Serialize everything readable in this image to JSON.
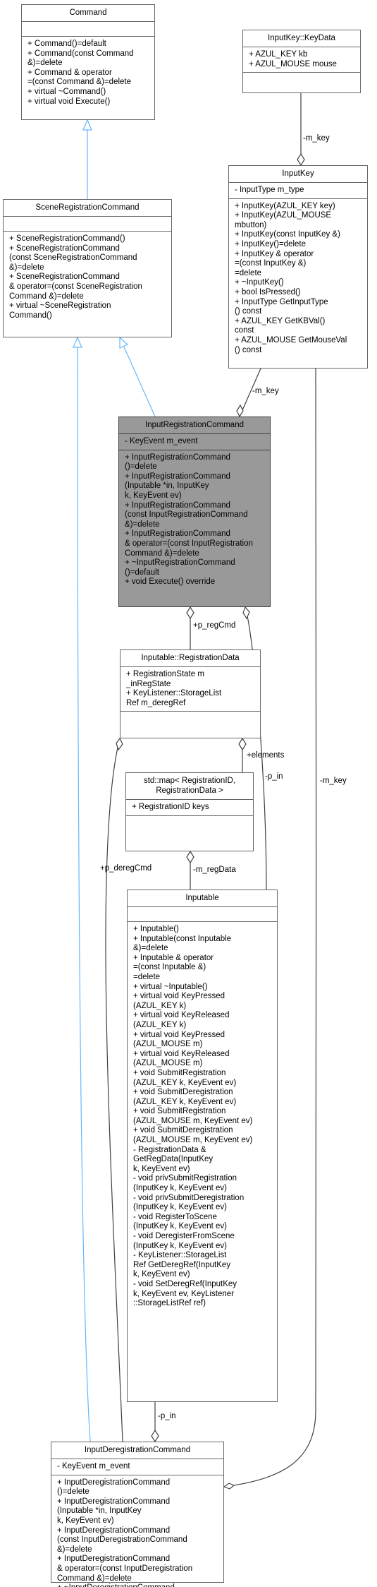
{
  "classes": {
    "command": {
      "name": "Command",
      "attrs": "",
      "ops": "+ Command()=default\n+ Command(const Command\n &)=delete\n+ Command & operator\n=(const Command &)=delete\n+ virtual ~Command()\n+ virtual void Execute()"
    },
    "input_key_data": {
      "name": "InputKey::KeyData",
      "attrs": "+ AZUL_KEY kb\n+ AZUL_MOUSE mouse",
      "ops": ""
    },
    "scene_registration_command": {
      "name": "SceneRegistrationCommand",
      "attrs": "",
      "ops": "+ SceneRegistrationCommand()\n+ SceneRegistrationCommand\n(const SceneRegistrationCommand\n &)=delete\n+ SceneRegistrationCommand\n & operator=(const SceneRegistration\nCommand &)=delete\n+ virtual ~SceneRegistration\nCommand()"
    },
    "input_key": {
      "name": "InputKey",
      "attrs": "- InputType m_type",
      "ops": "+ InputKey(AZUL_KEY key)\n+ InputKey(AZUL_MOUSE\n mbutton)\n+ InputKey(const InputKey &)\n+ InputKey()=delete\n+ InputKey & operator\n=(const InputKey &)\n=delete\n+ ~InputKey()\n+ bool IsPressed()\n+ InputType GetInputType\n() const\n+ AZUL_KEY GetKBVal()\n const\n+ AZUL_MOUSE GetMouseVal\n() const"
    },
    "input_registration_command": {
      "name": "InputRegistrationCommand",
      "attrs": "- KeyEvent m_event",
      "ops": "+ InputRegistrationCommand\n()=delete\n+ InputRegistrationCommand\n(Inputable *in, InputKey\n k, KeyEvent ev)\n+ InputRegistrationCommand\n(const InputRegistrationCommand\n &)=delete\n+ InputRegistrationCommand\n & operator=(const InputRegistration\nCommand &)=delete\n+ ~InputRegistrationCommand\n()=default\n+ void Execute() override"
    },
    "registration_data": {
      "name": "Inputable::RegistrationData",
      "attrs": "+ RegistrationState m\n_inRegState\n+ KeyListener::StorageList\nRef m_deregRef",
      "ops": ""
    },
    "std_map": {
      "name": "std::map< RegistrationID,\n RegistrationData >",
      "attrs": "+ RegistrationID keys",
      "ops": ""
    },
    "inputable": {
      "name": "Inputable",
      "attrs": "",
      "ops": "+ Inputable()\n+ Inputable(const Inputable\n &)=delete\n+ Inputable & operator\n=(const Inputable &)\n=delete\n+ virtual ~Inputable()\n+ virtual void KeyPressed\n(AZUL_KEY k)\n+ virtual void KeyReleased\n(AZUL_KEY k)\n+ virtual void KeyPressed\n(AZUL_MOUSE m)\n+ virtual void KeyReleased\n(AZUL_MOUSE m)\n+ void SubmitRegistration\n(AZUL_KEY k, KeyEvent ev)\n+ void SubmitDeregistration\n(AZUL_KEY k, KeyEvent ev)\n+ void SubmitRegistration\n(AZUL_MOUSE m, KeyEvent ev)\n+ void SubmitDeregistration\n(AZUL_MOUSE m, KeyEvent ev)\n- RegistrationData &\n GetRegData(InputKey\n k, KeyEvent ev)\n- void privSubmitRegistration\n(InputKey k, KeyEvent ev)\n- void privSubmitDeregistration\n(InputKey k, KeyEvent ev)\n- void RegisterToScene\n(InputKey k, KeyEvent ev)\n- void DeregisterFromScene\n(InputKey k, KeyEvent ev)\n- KeyListener::StorageList\nRef GetDeregRef(InputKey\n k, KeyEvent ev)\n- void SetDeregRef(InputKey\n k, KeyEvent ev, KeyListener\n::StorageListRef ref)"
    },
    "input_deregistration_command": {
      "name": "InputDeregistrationCommand",
      "attrs": "- KeyEvent m_event",
      "ops": "+ InputDeregistrationCommand\n()=delete\n+ InputDeregistrationCommand\n(Inputable *in, InputKey\n k, KeyEvent ev)\n+ InputDeregistrationCommand\n(const InputDeregistrationCommand\n &)=delete\n+ InputDeregistrationCommand\n & operator=(const InputDeregistration\nCommand &)=delete\n+ ~InputDeregistrationCommand\n()=default\n+ void Execute() override"
    }
  },
  "edge_labels": {
    "keydata_m_key": "-m_key",
    "inputkey_m_key": "-m_key",
    "inputkey_m_key_long": "-m_key",
    "p_regcmd": "+p_regCmd",
    "p_in_upper": "-p_in",
    "elements": "+elements",
    "p_deregcmd": "+p_deregCmd",
    "m_regdata": "-m_regData",
    "p_in_lower": "-p_in"
  },
  "colors": {
    "inheritance": "#63b8ff",
    "association": "#404040",
    "highlight": "#999999"
  }
}
